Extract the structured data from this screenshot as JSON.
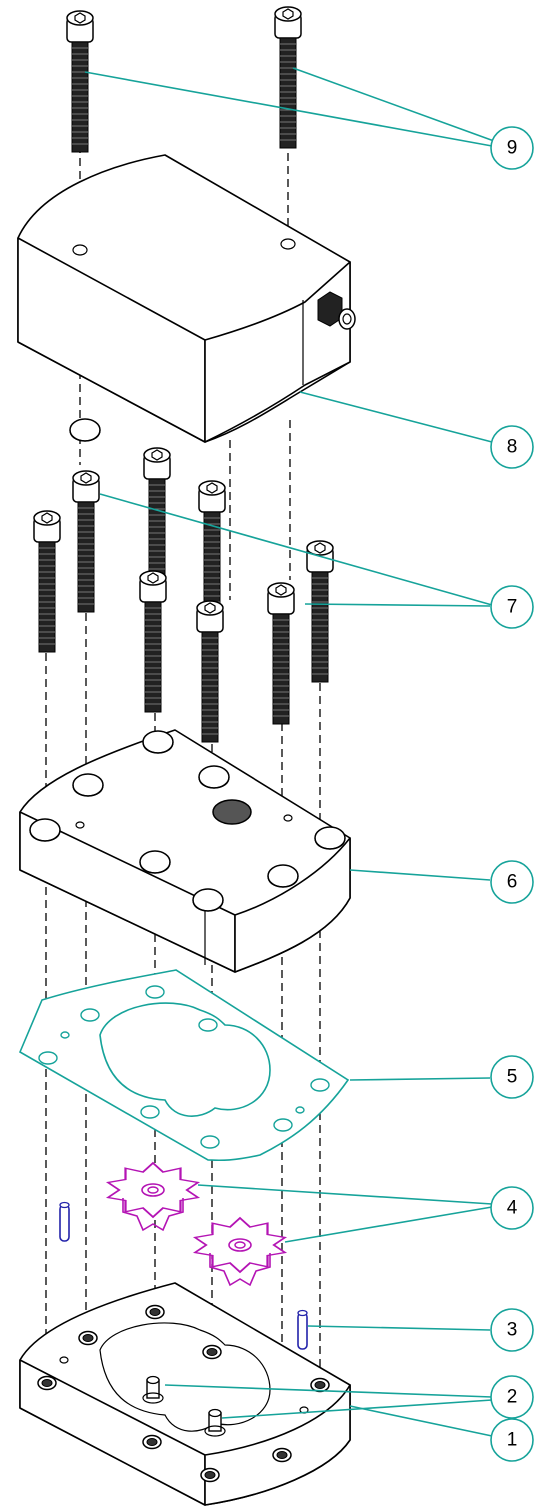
{
  "callouts": [
    {
      "number": "1"
    },
    {
      "number": "2"
    },
    {
      "number": "3"
    },
    {
      "number": "4"
    },
    {
      "number": "5"
    },
    {
      "number": "6"
    },
    {
      "number": "7"
    },
    {
      "number": "8"
    },
    {
      "number": "9"
    }
  ],
  "colors": {
    "leader": "#16a39a",
    "line": "#000000",
    "gasket": "#16a39a",
    "gears": "#b414b4",
    "dowel_pins": "#2222aa"
  }
}
